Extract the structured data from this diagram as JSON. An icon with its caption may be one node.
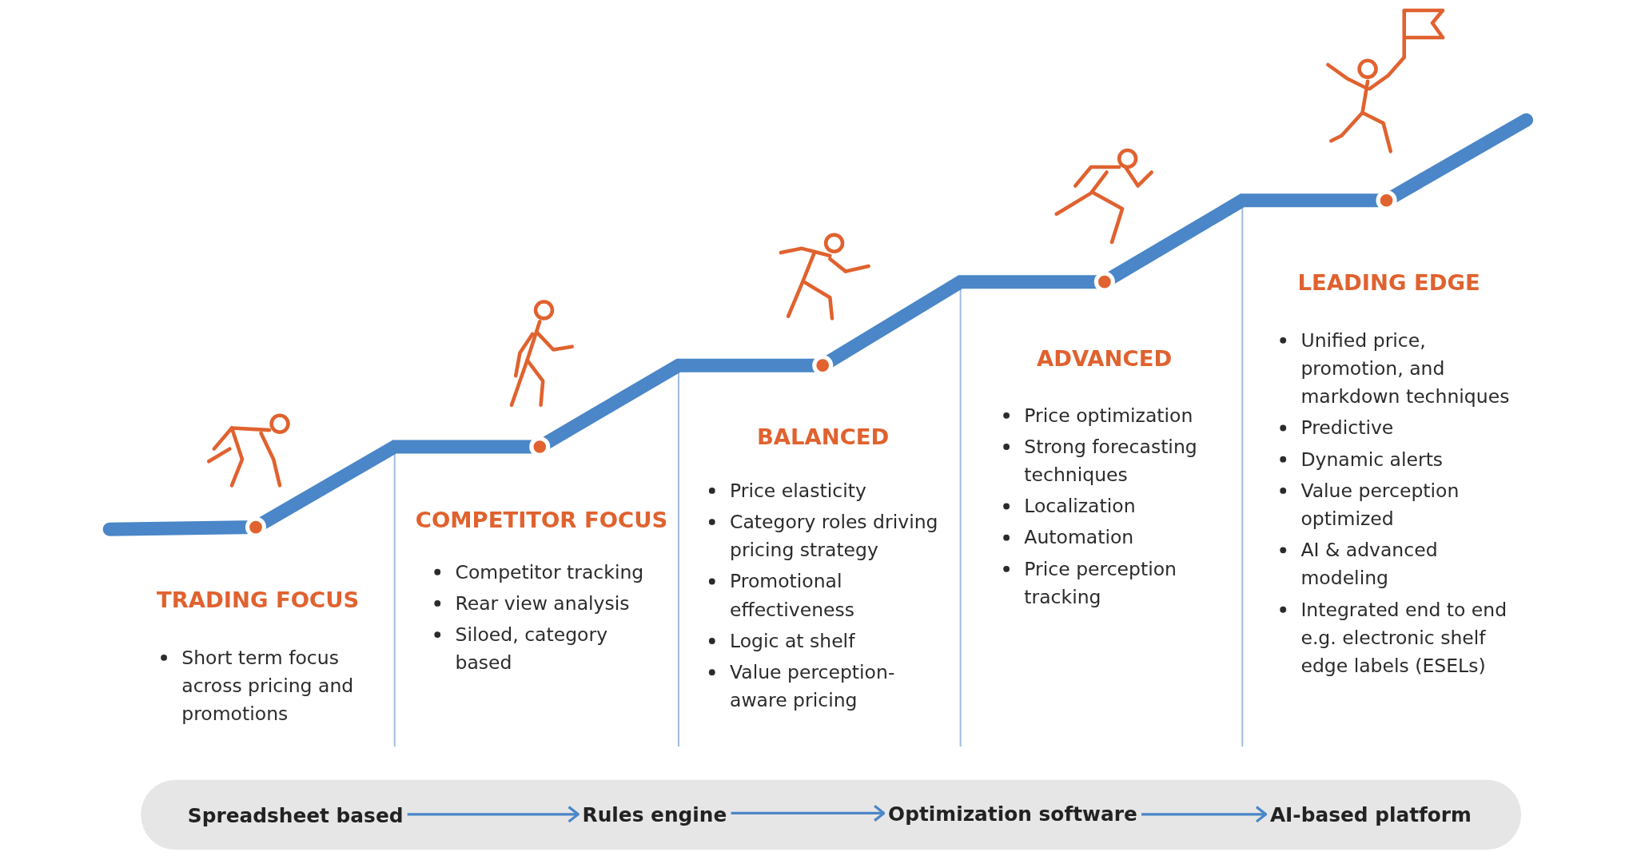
{
  "diagram": {
    "nodes": [
      {
        "text": [
          "Spreadsheet based"
        ]
      },
      {
        "text": [
          "Rules engine"
        ]
      },
      {
        "text": [
          "Optimization software"
        ]
      },
      {
        "text": [
          "AI-based platform"
        ]
      }
    ],
    "edges": [
      {
        "from": 0,
        "to": 1,
        "arrow": "to"
      },
      {
        "from": 1,
        "to": 2,
        "arrow": "to"
      },
      {
        "from": 2,
        "to": 3,
        "arrow": "to"
      }
    ],
    "labels": [
      "TRADING FOCUS",
      "Short term focus across pricing and promotions",
      "COMPETITOR FOCUS",
      "Competitor tracking",
      "Rear view analysis",
      "Siloed, category based",
      "BALANCED",
      "Price elasticity",
      "Category roles driving pricing strategy",
      "Promotional effectiveness",
      "Logic at shelf",
      "Value perception-aware pricing",
      "ADVANCED",
      "Price optimization",
      "Strong forecasting techniques",
      "Localization",
      "Automation",
      "Price perception tracking",
      "LEADING EDGE",
      "Unified price, promotion, and markdown techniques",
      "Predictive",
      "Dynamic alerts",
      "Value perception optimized",
      "AI & advanced modeling",
      "Integrated end to end e.g. electronic shelf edge labels (ESELs)"
    ]
  }
}
